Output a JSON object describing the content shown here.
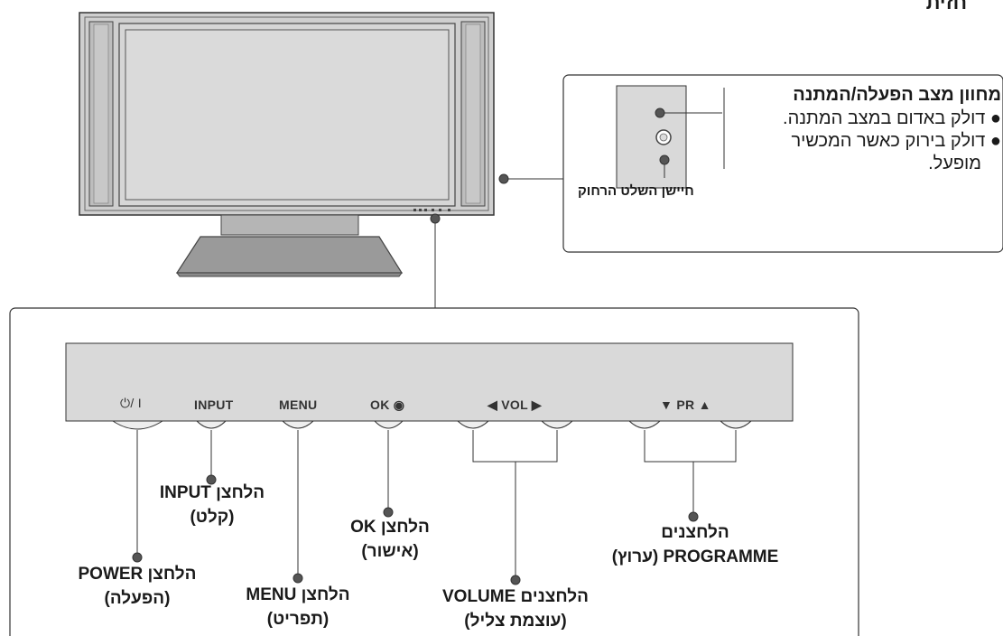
{
  "header_partial": "חזית",
  "indicator": {
    "title": "מחוון מצב הפעלה/המתנה",
    "bullets": [
      "דולק באדום במצב המתנה.",
      "דולק בירוק כאשר המכשיר",
      "מופעל."
    ],
    "sensor_label": "חיישן השלט הרחוק"
  },
  "panel": {
    "buttons": {
      "power": "⏻/ I",
      "input": "INPUT",
      "menu": "MENU",
      "ok": "OK ◉",
      "vol": "◀  VOL  ▶",
      "pr": "▼  PR  ▲"
    }
  },
  "labels": {
    "input": [
      "הלחצן INPUT",
      "(קלט)"
    ],
    "ok": [
      "הלחצן OK",
      "(אישור)"
    ],
    "programme": [
      "הלחצנים",
      "PROGRAMME (ערוץ)"
    ],
    "power": [
      "הלחצן POWER",
      "(הפעלה)"
    ],
    "menu": [
      "הלחצן MENU",
      "(תפריט)"
    ],
    "volume": [
      "הלחצנים VOLUME",
      "(עוצמת צליל)"
    ]
  },
  "colors": {
    "tv_frame": "#cfcfcf",
    "tv_screen": "#dadada",
    "speaker": "#bdbdbd",
    "stand": "#9a9a9a",
    "panel_strip": "#d9d9d9",
    "line": "#333333",
    "dot": "#555555"
  }
}
